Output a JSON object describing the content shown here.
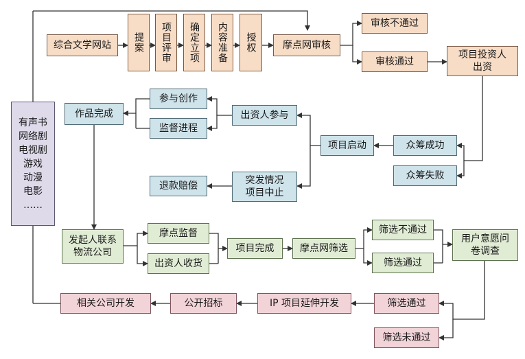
{
  "nodes": {
    "zonghe": "综合文学网站",
    "tian": "提案",
    "xiangmu_pingshen": "项目评审",
    "queding_lixiang": "确定立项",
    "neirong_zhunbei": "内容准备",
    "shouquan": "授权",
    "modian_shenhe": "摩点网审核",
    "shenhe_butongguo": "审核不通过",
    "shenhe_tongguo": "审核通过",
    "touziren_chuzi": "项目投资人\n出资",
    "zhongchou_chenggong": "众筹成功",
    "zhongchou_shibai": "众筹失败",
    "xiangmu_qidong": "项目启动",
    "chuziren_canyu": "出资人参与",
    "tufa_zhongzhi": "突发情况\n项目中止",
    "canyu_chuangzuo": "参与创作",
    "jiandu_jincheng": "监督进程",
    "zuopin_wancheng": "作品完成",
    "tuikuan_peichang": "退款赔偿",
    "media_list": "有声书\n网络剧\n电视剧\n游戏\n动漫\n电影\n……",
    "faqiren_wuliu": "发起人联系\n物流公司",
    "modian_jiandu": "摩点监督",
    "chuziren_shouhuo": "出资人收货",
    "xiangmu_wancheng": "项目完成",
    "modian_shaixuan": "摩点网筛选",
    "shaixuan_butongguo": "筛选不通过",
    "shaixuan_tongguo_1": "筛选通过",
    "yonghu_diaocha": "用户意愿问\n卷调查",
    "shaixuan_tongguo_2": "筛选通过",
    "shaixuan_weitongguo": "筛选未通过",
    "ip_yanshen": "IP 项目延伸开发",
    "gongkai_zhaobiao": "公开招标",
    "xiangguan_kaifa": "相关公司开发"
  },
  "colors": {
    "peach": "#f7dcc6",
    "blue": "#cfe3ea",
    "green": "#e1ecd5",
    "pink": "#f1d3d8",
    "purple": "#dedaea",
    "line": "#333333"
  }
}
